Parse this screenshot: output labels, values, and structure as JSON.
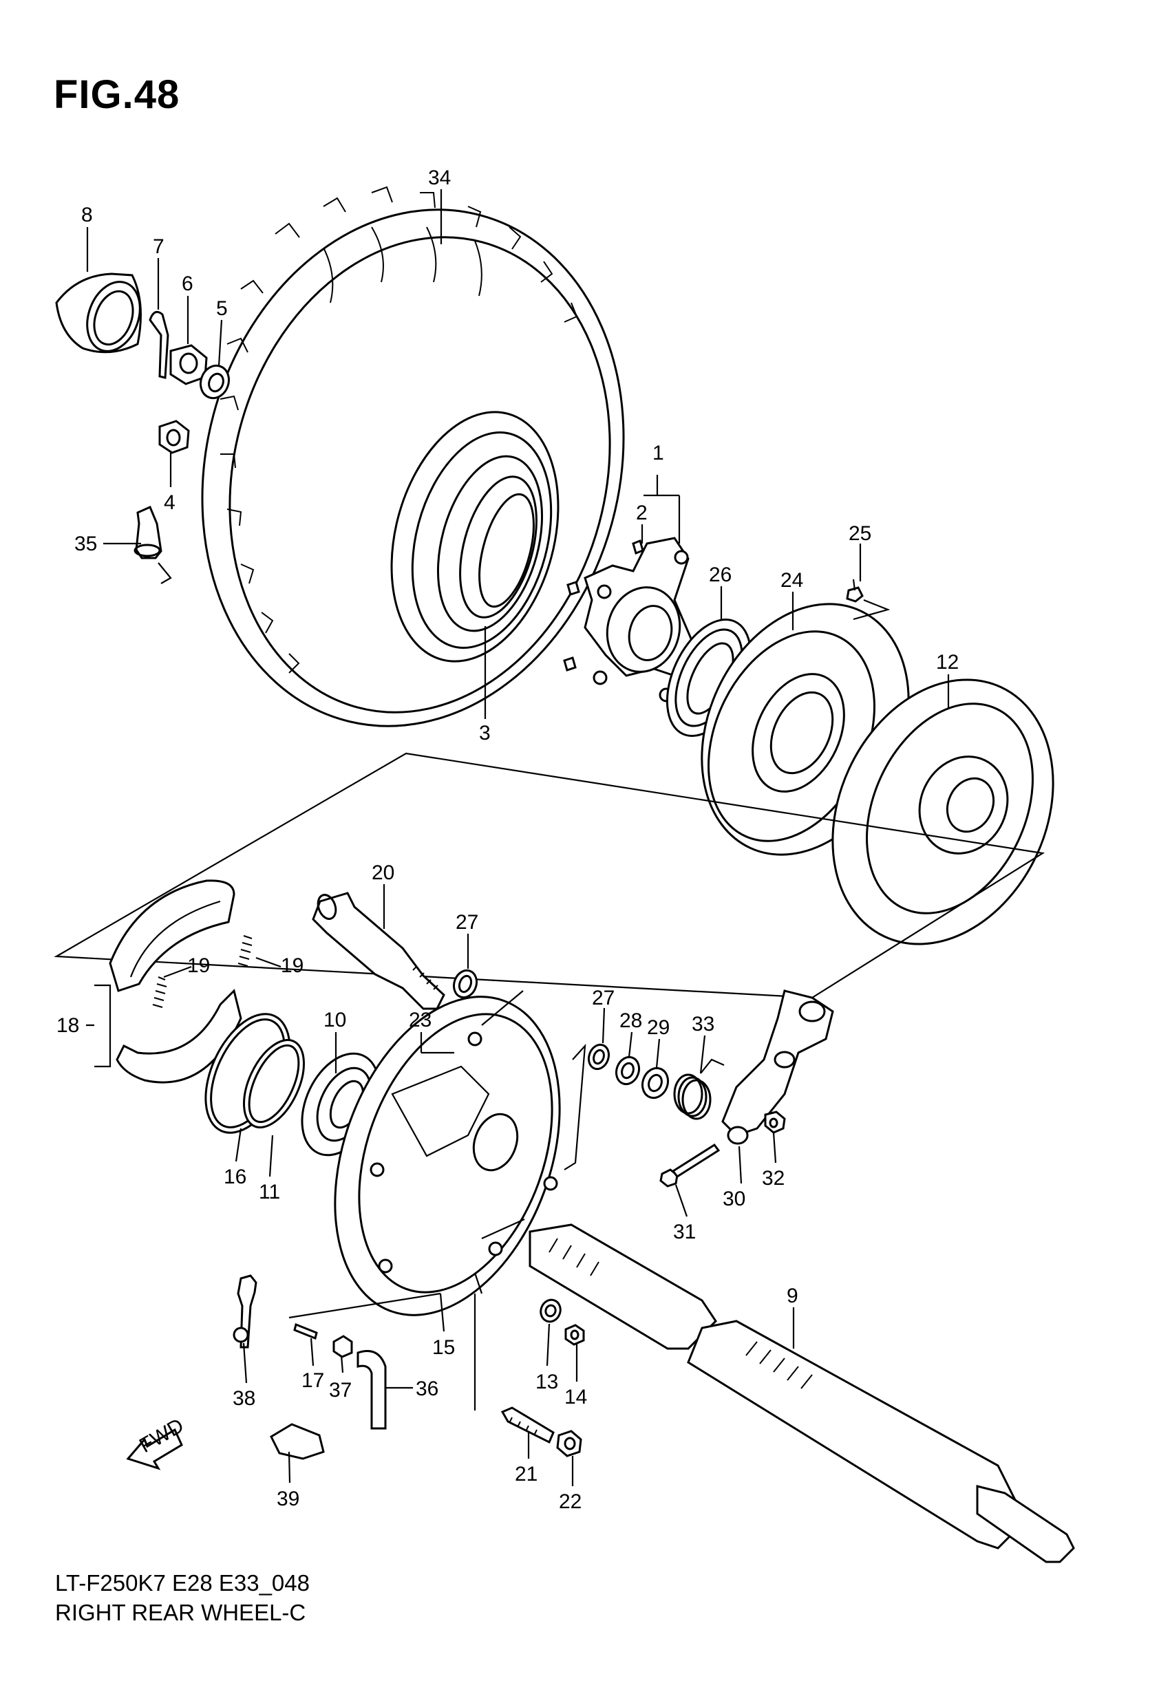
{
  "figure": {
    "title": "FIG.48",
    "model_code": "LT-F250K7 E28 E33_048",
    "caption": "RIGHT REAR WHEEL-C"
  },
  "fwd_arrow_label": "FWD",
  "callouts": [
    {
      "id": "c34",
      "text": "34"
    },
    {
      "id": "c8",
      "text": "8"
    },
    {
      "id": "c7",
      "text": "7"
    },
    {
      "id": "c6",
      "text": "6"
    },
    {
      "id": "c5",
      "text": "5"
    },
    {
      "id": "c4",
      "text": "4"
    },
    {
      "id": "c35",
      "text": "35"
    },
    {
      "id": "c1",
      "text": "1"
    },
    {
      "id": "c2",
      "text": "2"
    },
    {
      "id": "c3",
      "text": "3"
    },
    {
      "id": "c25",
      "text": "25"
    },
    {
      "id": "c26",
      "text": "26"
    },
    {
      "id": "c24",
      "text": "24"
    },
    {
      "id": "c12",
      "text": "12"
    },
    {
      "id": "c20",
      "text": "20"
    },
    {
      "id": "c27a",
      "text": "27"
    },
    {
      "id": "c19a",
      "text": "19"
    },
    {
      "id": "c19b",
      "text": "19"
    },
    {
      "id": "c18",
      "text": "18"
    },
    {
      "id": "c10",
      "text": "10"
    },
    {
      "id": "c23",
      "text": "23"
    },
    {
      "id": "c27b",
      "text": "27"
    },
    {
      "id": "c28",
      "text": "28"
    },
    {
      "id": "c29",
      "text": "29"
    },
    {
      "id": "c33",
      "text": "33"
    },
    {
      "id": "c16",
      "text": "16"
    },
    {
      "id": "c11",
      "text": "11"
    },
    {
      "id": "c32",
      "text": "32"
    },
    {
      "id": "c30",
      "text": "30"
    },
    {
      "id": "c31",
      "text": "31"
    },
    {
      "id": "c9",
      "text": "9"
    },
    {
      "id": "c15",
      "text": "15"
    },
    {
      "id": "c13",
      "text": "13"
    },
    {
      "id": "c14",
      "text": "14"
    },
    {
      "id": "c17",
      "text": "17"
    },
    {
      "id": "c37",
      "text": "37"
    },
    {
      "id": "c36",
      "text": "36"
    },
    {
      "id": "c38",
      "text": "38"
    },
    {
      "id": "c21",
      "text": "21"
    },
    {
      "id": "c22",
      "text": "22"
    },
    {
      "id": "c39",
      "text": "39"
    }
  ]
}
